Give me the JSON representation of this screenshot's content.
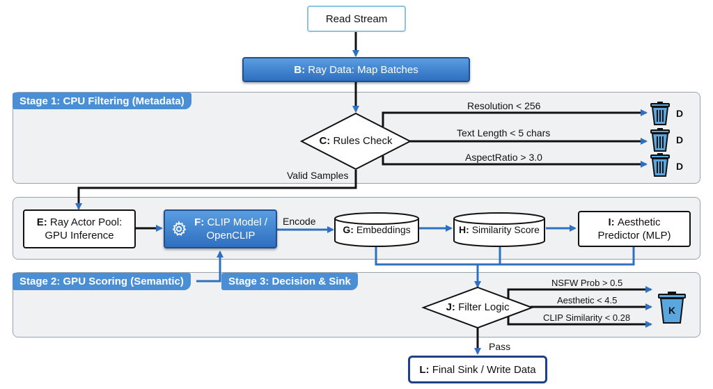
{
  "nodes": {
    "read_stream": "Read Stream",
    "b_key": "B:",
    "b_text": "Ray Data: Map Batches",
    "c_key": "C:",
    "c_text": "Rules Check",
    "e_key": "E:",
    "e_text_1": "Ray Actor Pool:",
    "e_text_2": "GPU Inference",
    "f_key": "F:",
    "f_text_1": "CLIP Model /",
    "f_text_2": "OpenCLIP",
    "g_key": "G:",
    "g_text": "Embeddings",
    "h_key": "H:",
    "h_text": "Similarity Score",
    "i_key": "I:",
    "i_text_1": "Aesthetic",
    "i_text_2": "Predictor (MLP)",
    "j_key": "J:",
    "j_text": "Filter Logic",
    "l_key": "L:",
    "l_text": "Final Sink / Write Data"
  },
  "stages": {
    "stage1": "Stage 1: CPU Filtering (Metadata)",
    "stage2": "Stage 2: GPU Scoring (Semantic)",
    "stage3": "Stage 3: Decision & Sink"
  },
  "edge_labels": {
    "resolution": "Resolution < 256",
    "text_length": "Text Length < 5 chars",
    "aspect_ratio": "AspectRatio > 3.0",
    "valid_samples": "Valid Samples",
    "encode": "Encode",
    "nsfw": "NSFW Prob > 0.5",
    "aesthetic": "Aesthetic < 4.5",
    "clip_similarity": "CLIP Similarity < 0.28",
    "pass": "Pass"
  },
  "discard": {
    "d1": "D",
    "d2": "D",
    "d3": "D",
    "k": "K"
  },
  "colors": {
    "accent_blue": "#2f6fc0",
    "light_blue": "#4a8fd6",
    "panel_bg": "#f0f1f3",
    "trash_blue": "#5aa7e0"
  },
  "icons": [
    "trash-icon",
    "gear-icon"
  ]
}
